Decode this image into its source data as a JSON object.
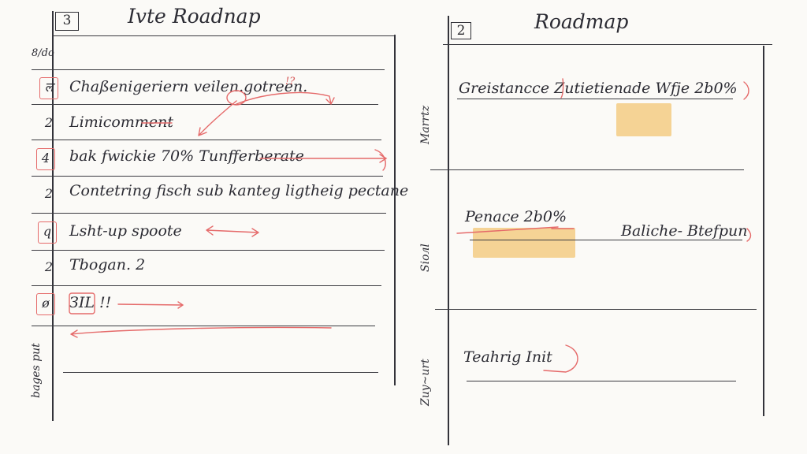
{
  "left_panel": {
    "number": "3",
    "title": "Ivte Roadnap",
    "corner_note": "8/do",
    "side_label": "bages put",
    "rows": [
      {
        "mark": "ल",
        "text": "Chaßenigeriern veilen.gotreen."
      },
      {
        "mark": "2",
        "text": "Limicomment"
      },
      {
        "mark": "4",
        "text": "bak fwickie 70% Tunfferberate"
      },
      {
        "mark": "2",
        "text": "Contetring fisch sub kanteg ligtheig pectane"
      },
      {
        "mark": "q",
        "text": "Lsht-up spoote"
      },
      {
        "mark": "2",
        "text": "Tbogan. 2"
      },
      {
        "mark": "ø",
        "text": "ЗIL !!"
      }
    ],
    "row1_annotation": "!?"
  },
  "right_panel": {
    "number": "2",
    "title": "Roadmap",
    "side_labels": [
      "Marrtz",
      "Sioлl",
      "Zuy~urt"
    ],
    "sections": [
      {
        "text": "Greistancce Zutietienade Wfje 2b0%"
      },
      {
        "text": "Penace 2b0%",
        "secondary": "Baliche- Btefpun"
      },
      {
        "text": "Teahrig Init"
      }
    ]
  },
  "colors": {
    "ink": "#2b2b33",
    "red_ink": "#e56a6a",
    "highlighter": "#f0b246"
  }
}
